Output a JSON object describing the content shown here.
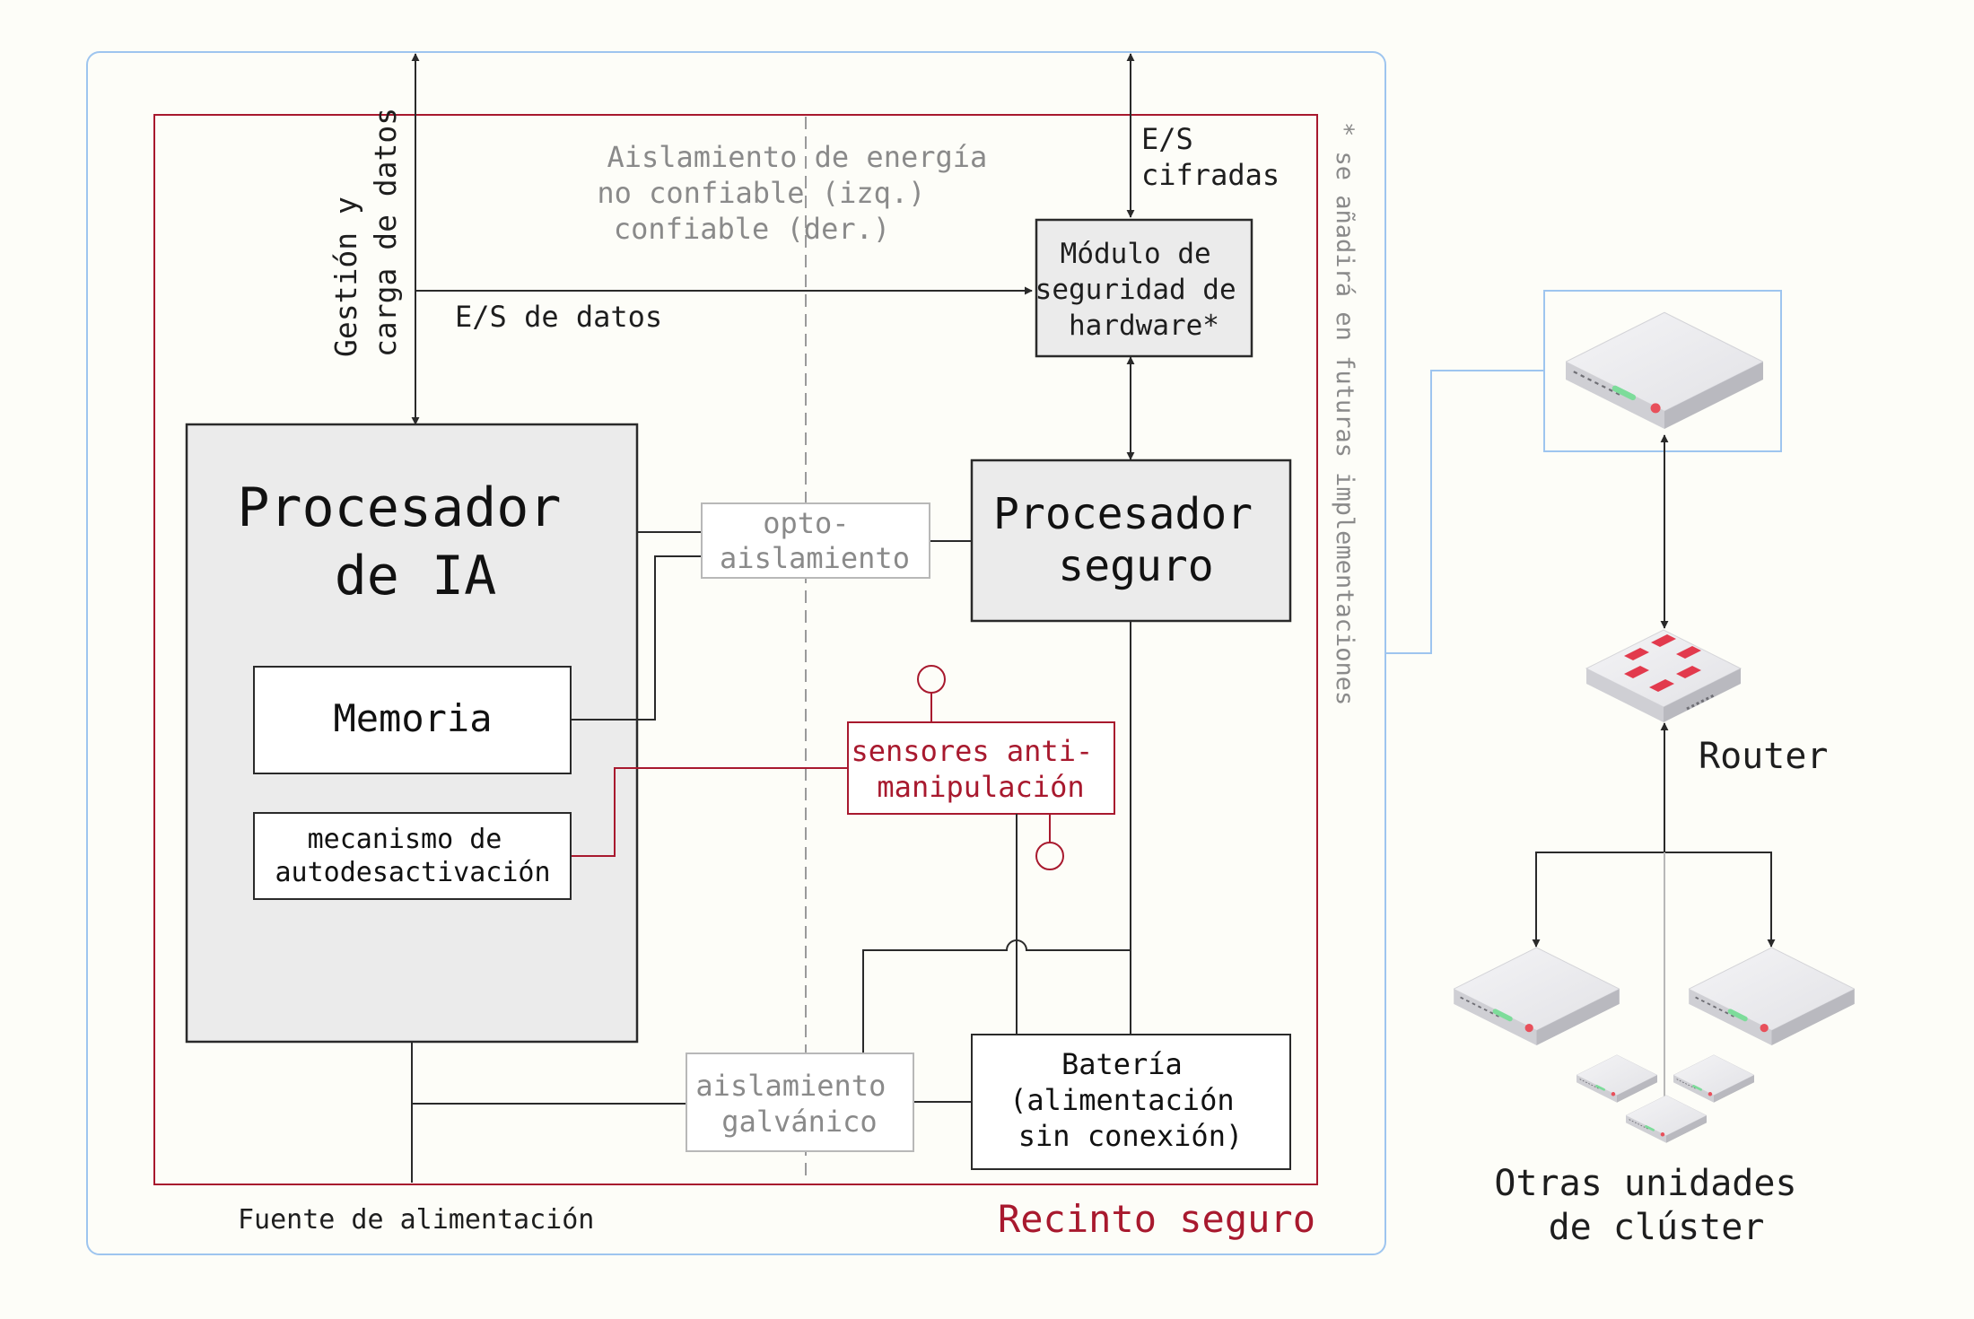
{
  "labels": {
    "mgmt_line1": "Gestión y",
    "mgmt_line2": "carga de datos",
    "data_io": "E/S de datos",
    "encrypted_io_line1": "E/S",
    "encrypted_io_line2": "cifradas",
    "isolation_line1": "Aislamiento de energía",
    "isolation_line2": "no confiable (izq.)",
    "isolation_line3": "confiable (der.)",
    "future_note": "* se añadirá en futuras implementaciones",
    "power_supply": "Fuente de alimentación",
    "secure_enclosure": "Recinto seguro",
    "router": "Router",
    "other_units_line1": "Otras unidades",
    "other_units_line2": "de clúster"
  },
  "blocks": {
    "hsm_line1": "Módulo de",
    "hsm_line2": "seguridad de",
    "hsm_line3": "hardware*",
    "ai_processor_line1": "Procesador",
    "ai_processor_line2": "de IA",
    "memory": "Memoria",
    "killswitch_line1": "mecanismo de",
    "killswitch_line2": "autodesactivación",
    "opto_line1": "opto-",
    "opto_line2": "aislamiento",
    "secure_processor_line1": "Procesador",
    "secure_processor_line2": "seguro",
    "tamper_line1": "sensores anti-",
    "tamper_line2": "manipulación",
    "galvanic_line1": "aislamiento",
    "galvanic_line2": "galvánico",
    "battery_line1": "Batería",
    "battery_line2": "(alimentación",
    "battery_line3": "sin conexión)"
  },
  "colors": {
    "outer_border": "#9ec5ef",
    "enclosure_red": "#a8192e",
    "line": "#2a2a2a",
    "gray_text": "#8a8a8a",
    "block_fill": "#ebebeb",
    "background": "#fdfdf8",
    "led_red": "#e8505b",
    "led_green": "#7ddc9a"
  }
}
